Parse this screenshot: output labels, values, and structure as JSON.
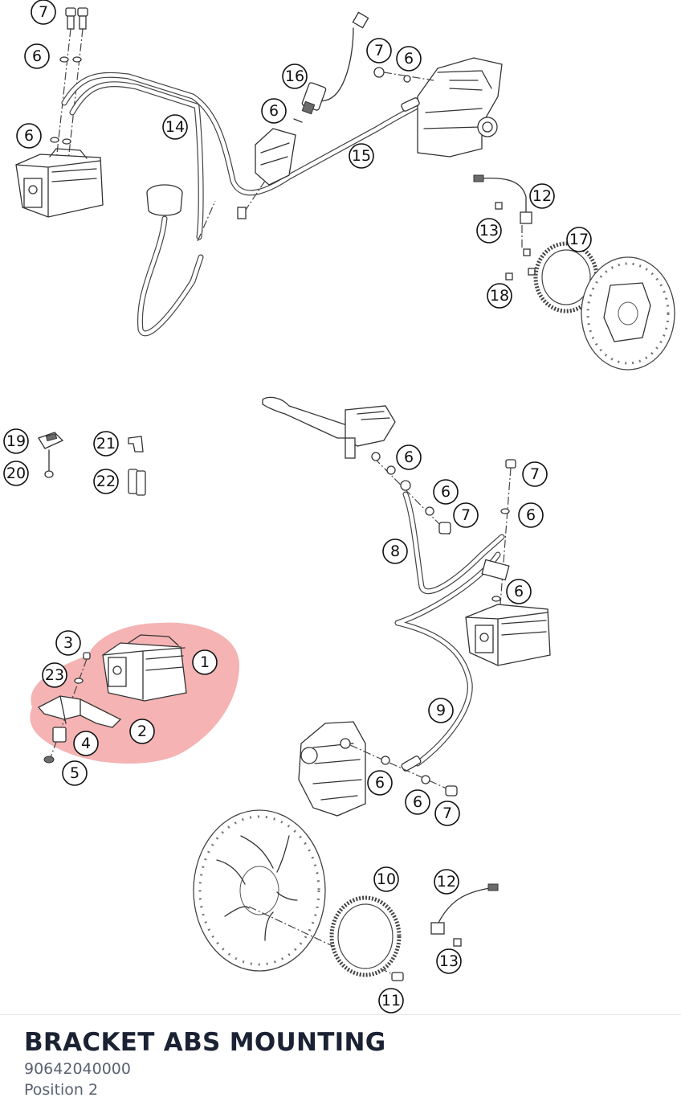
{
  "part": {
    "title": "BRACKET ABS MOUNTING",
    "number": "90642040000",
    "position_label": "Position 2"
  },
  "colors": {
    "highlight": "#f08a8a",
    "callout_stroke": "#111111",
    "title_text": "#1a2233",
    "secondary_text": "#5a6170"
  },
  "callouts": {
    "c7a": "7",
    "c6a": "6",
    "c6b": "6",
    "c14": "14",
    "c16": "16",
    "c6c": "6",
    "c7b": "7",
    "c6d": "6",
    "c15": "15",
    "c12a": "12",
    "c13a": "13",
    "c17": "17",
    "c18": "18",
    "c19": "19",
    "c20": "20",
    "c21": "21",
    "c22": "22",
    "c6e": "6",
    "c7c": "7",
    "c6f": "6",
    "c7d": "7",
    "c6g": "6",
    "c8": "8",
    "c6h": "6",
    "c1": "1",
    "c3": "3",
    "c23": "23",
    "c2": "2",
    "c4": "4",
    "c5": "5",
    "c9": "9",
    "c6i": "6",
    "c6j": "6",
    "c7e": "7",
    "c10": "10",
    "c12b": "12",
    "c13b": "13",
    "c11": "11"
  }
}
